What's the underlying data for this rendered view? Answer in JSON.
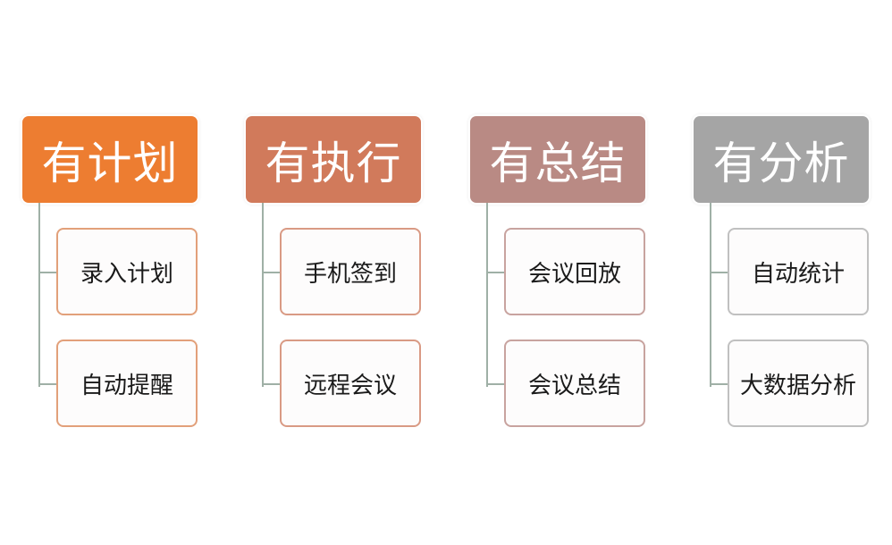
{
  "columns": [
    {
      "title": "有计划",
      "color": "#ed7d31",
      "border": "#e2a07a",
      "items": [
        "录入计划",
        "自动提醒"
      ]
    },
    {
      "title": "有执行",
      "color": "#d17a5b",
      "border": "#d99a84",
      "items": [
        "手机签到",
        "远程会议"
      ]
    },
    {
      "title": "有总结",
      "color": "#b98a84",
      "border": "#c8a39f",
      "items": [
        "会议回放",
        "会议总结"
      ]
    },
    {
      "title": "有分析",
      "color": "#a5a5a5",
      "border": "#c0c0c0",
      "items": [
        "自动统计",
        "大数据分析"
      ]
    }
  ]
}
